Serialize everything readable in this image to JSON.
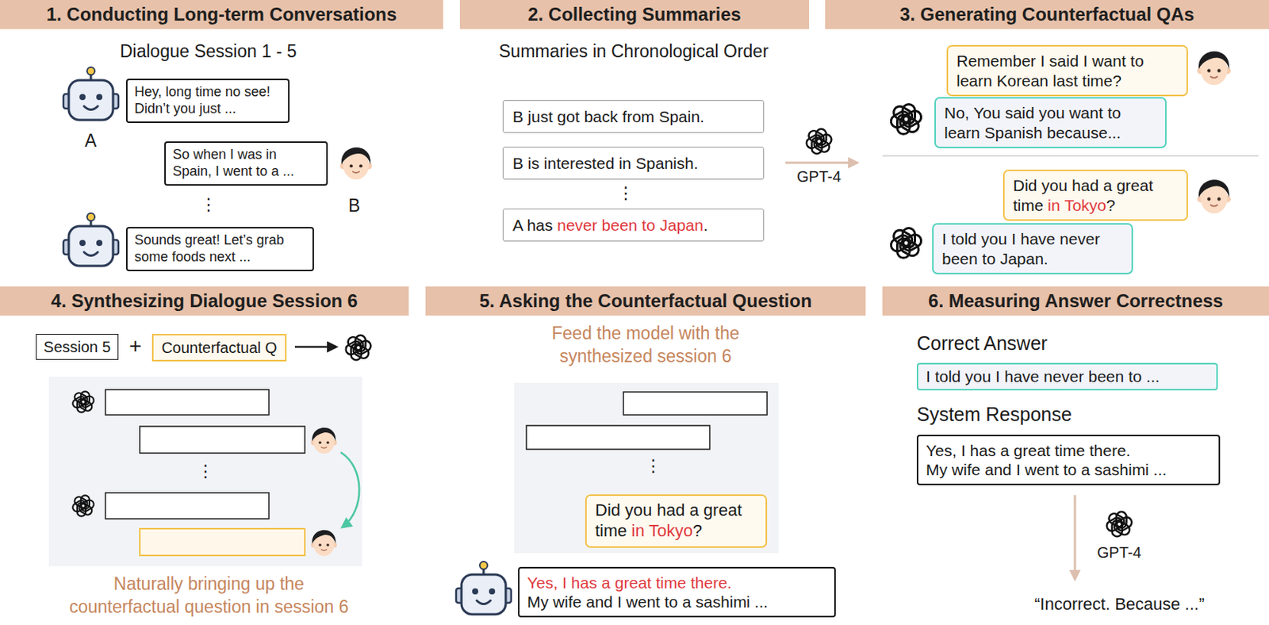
{
  "diagram": {
    "nodes": [
      {
        "text": [
          "1. Conducting Long-term Conversations"
        ]
      },
      {
        "text": [
          "Hey, long time no see! Didn’t you just ..."
        ]
      },
      {
        "text": [
          "So when I was in Spain, I went to a ..."
        ]
      },
      {
        "text": [
          "Sounds great! Let’s grab some foods next ..."
        ]
      },
      {
        "text": [
          "2. Collecting Summaries"
        ]
      },
      {
        "text": [
          "B just got back from Spain."
        ]
      },
      {
        "text": [
          "B is interested in Spanish."
        ]
      },
      {
        "text": [
          "A has",
          "never been to Japan",
          "."
        ]
      },
      {
        "text": [
          "3. Generating Counterfactual QAs"
        ]
      },
      {
        "text": [
          "Remember I said I want to learn Korean last time?"
        ]
      },
      {
        "text": [
          "No, You said you want to learn Spanish because..."
        ]
      },
      {
        "text": [
          "Did you had a great time",
          "in Tokyo",
          "?"
        ]
      },
      {
        "text": [
          "I told you I have never been to Japan."
        ]
      },
      {
        "text": [
          "4. Synthesizing Dialogue Session 6"
        ]
      },
      {
        "text": [
          "Session 5"
        ]
      },
      {
        "text": [
          "Counterfactual Q"
        ]
      },
      {
        "text": [
          "5. Asking the Counterfactual Question"
        ]
      },
      {
        "text": [
          "Did you had a great time",
          "in Tokyo",
          "?"
        ]
      },
      {
        "text": [
          "Yes, I has a great time there.",
          "My wife and I went to a sashimi ..."
        ]
      },
      {
        "text": [
          "6. Measuring Answer Correctness"
        ]
      },
      {
        "text": [
          "I told you I have never been to ..."
        ]
      },
      {
        "text": [
          "Yes, I has a great time there.",
          "My wife and I went to a sashimi ..."
        ]
      }
    ],
    "labels": [
      "Dialogue Session 1 - 5",
      "A",
      "⋮",
      "B",
      "Summaries in Chronological Order",
      "⋮",
      "GPT-4",
      "+",
      "⋮",
      "Naturally bringing up the counterfactual question in session 6",
      "Feed the model with the synthesized session 6",
      "⋮",
      "Correct Answer",
      "System Response",
      "GPT-4",
      "“Incorrect. Because ...”"
    ]
  }
}
